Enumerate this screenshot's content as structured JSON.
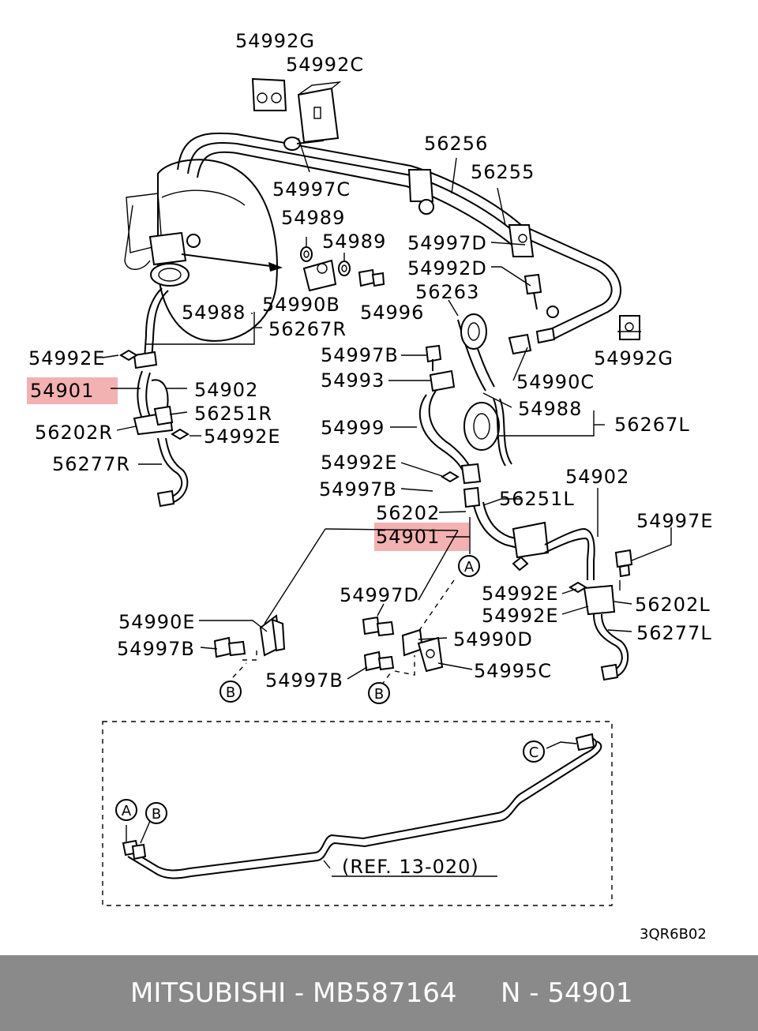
{
  "diagram": {
    "labels": {
      "l54992G_top": "54992G",
      "l54992C": "54992C",
      "l56256": "56256",
      "l56255": "56255",
      "l54997C": "54997C",
      "l54989_a": "54989",
      "l54989_b": "54989",
      "l54997D_a": "54997D",
      "l54992D": "54992D",
      "l54990B": "54990B",
      "l54996": "54996",
      "l56263": "56263",
      "l54988_r": "54988",
      "l56267R": "56267R",
      "l54992E_l": "54992E",
      "l54901_l": "54901",
      "l54902_l": "54902",
      "l56251R": "56251R",
      "l56202R": "56202R",
      "l54992E_l2": "54992E",
      "l56277R": "56277R",
      "l54997B_a": "54997B",
      "l54993": "54993",
      "l54992G_r": "54992G",
      "l54990C": "54990C",
      "l54988_l": "54988",
      "l56267L": "56267L",
      "l54999": "54999",
      "l54992E_m": "54992E",
      "l54997B_b": "54997B",
      "l54902_r": "54902",
      "l56202": "56202",
      "l56251L": "56251L",
      "l54997E": "54997E",
      "l54901_r": "54901",
      "l54997D_b": "54997D",
      "l54992E_r1": "54992E",
      "l56202L": "56202L",
      "l54992E_r2": "54992E",
      "l54990E": "54990E",
      "l54990D": "54990D",
      "l56277L": "56277L",
      "l54997B_c": "54997B",
      "l54997B_d": "54997B",
      "l54995C": "54995C",
      "callout_A_mid": "A",
      "callout_B_left": "B",
      "callout_B_mid": "B",
      "callout_A_inset": "A",
      "callout_B_inset": "B",
      "callout_C_inset": "C",
      "ref": "(REF. 13-020)",
      "drawing_code": "3QR6B02"
    },
    "highlight_color": "#f2a8a8"
  },
  "footer": {
    "left": "MITSUBISHI - MB587164",
    "right": "N - 54901",
    "background": "#8a8a8a"
  }
}
